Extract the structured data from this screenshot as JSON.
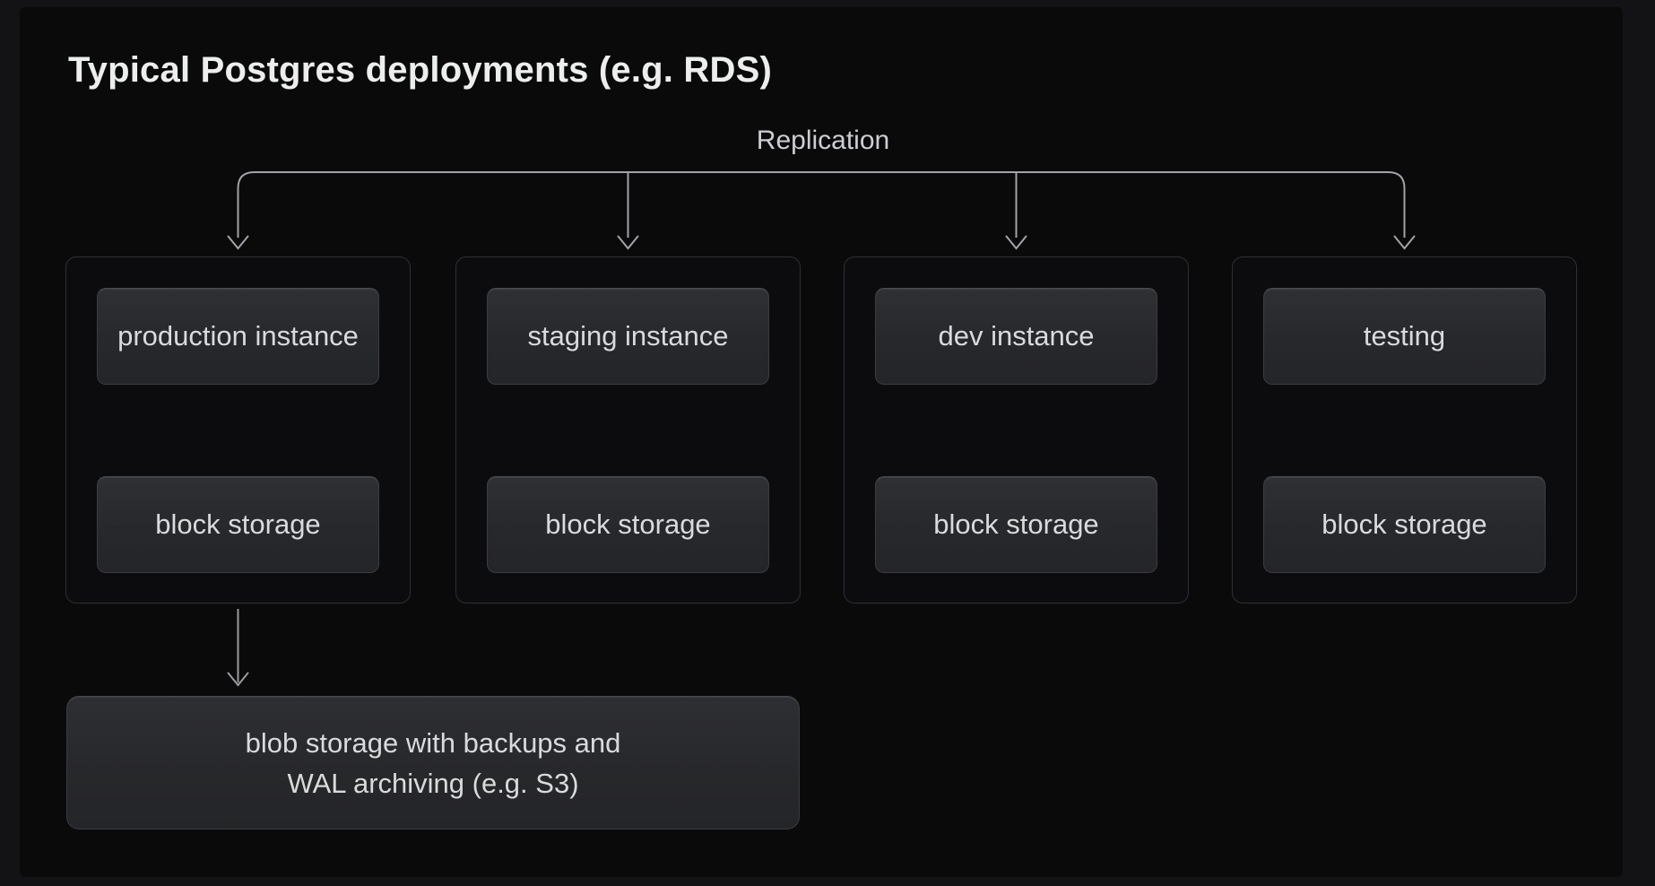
{
  "title": "Typical Postgres deployments (e.g. RDS)",
  "replication": {
    "label": "Replication"
  },
  "groups": [
    {
      "id": "production",
      "instance_label": "production instance",
      "storage_label": "block storage"
    },
    {
      "id": "staging",
      "instance_label": "staging instance",
      "storage_label": "block storage"
    },
    {
      "id": "dev",
      "instance_label": "dev instance",
      "storage_label": "block storage"
    },
    {
      "id": "testing",
      "instance_label": "testing",
      "storage_label": "block storage"
    }
  ],
  "blob": {
    "line1": "blob storage with backups and",
    "line2": "WAL archiving (e.g. S3)"
  },
  "colors": {
    "connector": "#a2a3a7",
    "double_arrow": "#8a8b8f",
    "backup_arrow": "#9a9b9f"
  }
}
